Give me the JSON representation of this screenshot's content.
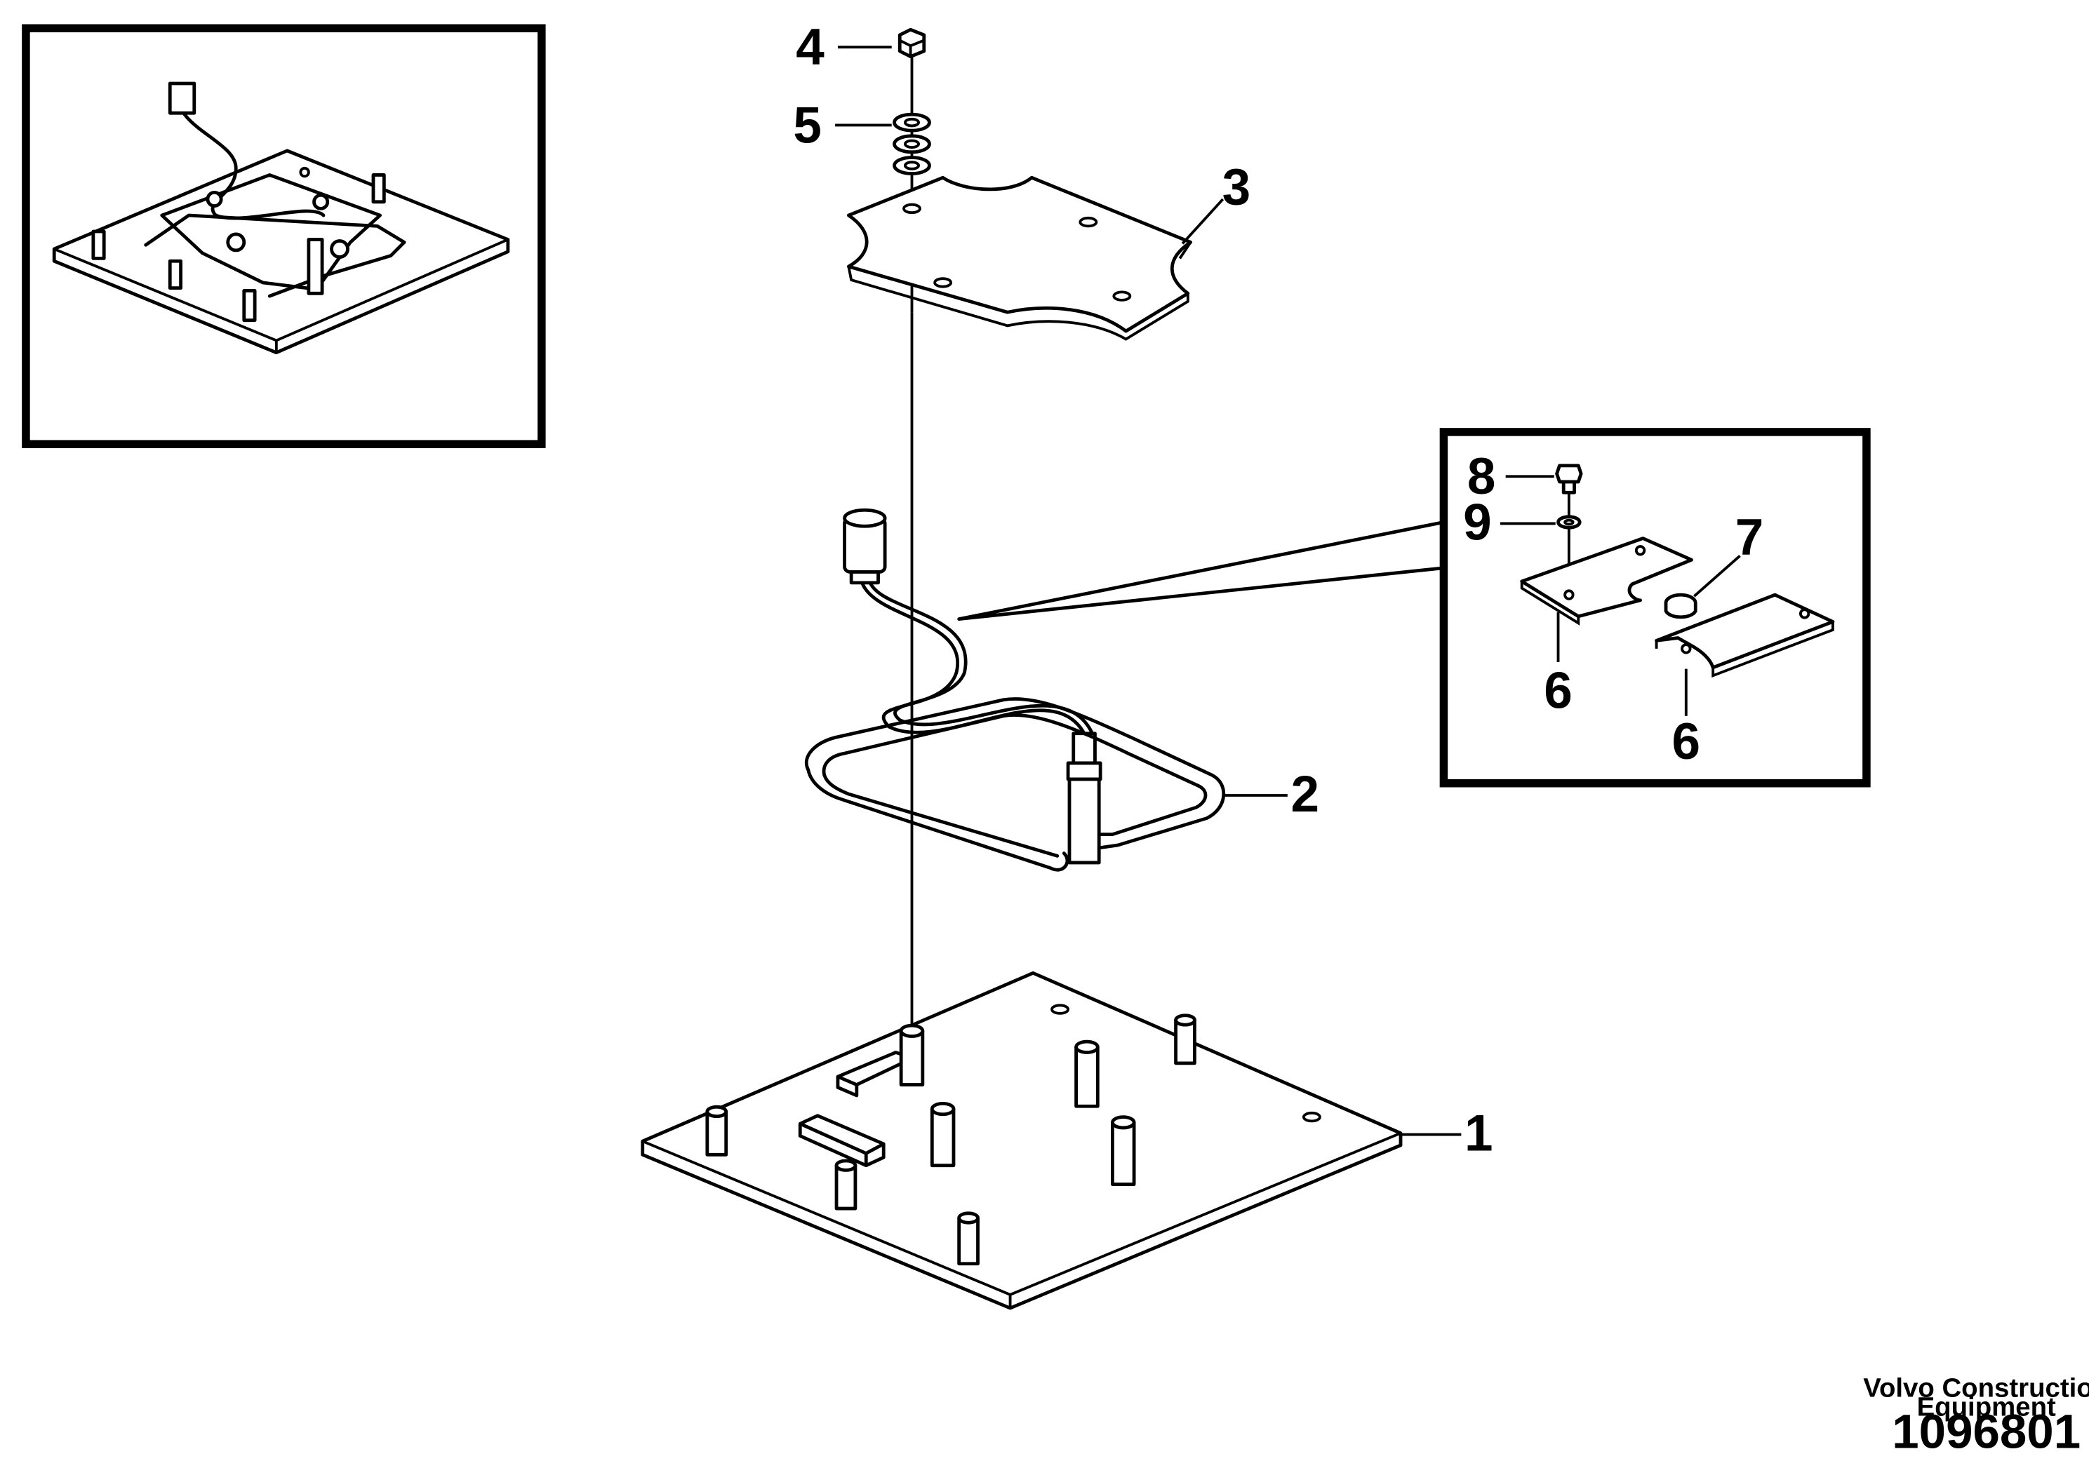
{
  "callouts": {
    "c1": "1",
    "c2": "2",
    "c3": "3",
    "c4": "4",
    "c5": "5",
    "c6a": "6",
    "c6b": "6",
    "c7": "7",
    "c8": "8",
    "c9": "9"
  },
  "footer": {
    "credit_line1": "Volvo Construction",
    "credit_line2": "Equipment",
    "part_number": "1096801"
  }
}
